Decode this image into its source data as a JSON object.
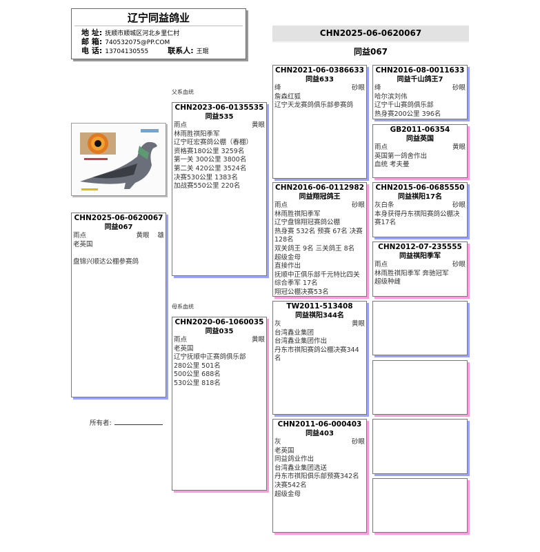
{
  "header": {
    "title": "辽宁同益鸽业",
    "address_label": "地 址:",
    "address": "抚顺市顺城区河北乡里仁村",
    "email_label": "邮 箱:",
    "email": "740532075@PP.COM",
    "phone_label": "电 话:",
    "phone": "13704130555",
    "contact_label": "联系人:",
    "contact": "王琨"
  },
  "subject_bar": {
    "ring": "CHN2025-06-0620067",
    "name": "同益067"
  },
  "labels": {
    "sire_line": "父系血统",
    "dam_line": "母系血统",
    "owner": "所有者:"
  },
  "cards": [
    {
      "id": "subject",
      "ring": "CHN2025-06-0620067",
      "name": "同益067",
      "color": "雨点",
      "eye": "黄眼",
      "sex": "雄",
      "lines": [
        "老英国",
        "",
        "盘锦兴顺达公棚参赛鸽"
      ]
    },
    {
      "id": "sire",
      "ring": "CHN2023-06-0135535",
      "name": "同益535",
      "color": "雨点",
      "eye": "黄眼",
      "lines": [
        "林雨胜祺阳季军",
        "辽宁旺宏赛鸽公棚（春棚）",
        "资格赛180公里 3259名",
        "第一关 300公里 3800名",
        "第二关 420公里 3524名",
        "决赛530公里 1383名",
        "加战赛550公里 220名"
      ]
    },
    {
      "id": "dam",
      "ring": "CHN2020-06-1060035",
      "name": "同益035",
      "color": "雨点",
      "eye": "黄眼",
      "lines": [
        "老英国",
        "辽宁抚顺中正赛鸽俱乐部",
        "280公里 501名",
        "500公里 688名",
        "530公里 818名"
      ]
    },
    {
      "id": "ss",
      "ring": "CHN2021-06-0386633",
      "name": "同益633",
      "color": "绛",
      "eye": "砂眼",
      "lines": [
        "詹森红狐",
        "辽宁天龙赛鸽俱乐部参赛鸽"
      ]
    },
    {
      "id": "sd",
      "ring": "CHN2016-06-0112982",
      "name": "同益翔冠鸽王",
      "color": "雨点",
      "eye": "砂眼",
      "lines": [
        "林雨胜祺阳季军",
        "辽宁盘锦翔冠赛鸽公棚",
        "热身赛 532名 预赛 67名 决赛128名",
        "双关鸽王 9名 三关鸽王 8名",
        "超级金母",
        "直接作出",
        "抚顺中正俱乐部千元特比四关综合季军 17名",
        "翔冠公棚决赛53名"
      ]
    },
    {
      "id": "ds",
      "ring": "TW2011-513408",
      "name": "同益祺阳344名",
      "color": "灰",
      "eye": "黄眼",
      "lines": [
        "台湾鑫业集团",
        "台湾鑫业集团作出",
        "丹东市祺阳赛鸽公棚决赛344名"
      ]
    },
    {
      "id": "dd",
      "ring": "CHN2011-06-000403",
      "name": "同益403",
      "color": "灰",
      "eye": "砂眼",
      "lines": [
        "老英国",
        "同益鸽业作出",
        "台湾鑫业集团选送",
        "丹东市祺阳俱乐部预赛342名决赛542名",
        "超级金母"
      ]
    },
    {
      "id": "sss",
      "ring": "CHN2016-08-0011633",
      "name": "同益千山鸽王7",
      "color": "绛",
      "eye": "砂眼",
      "lines": [
        "哈尔滨刘伟",
        "辽宁千山赛鸽俱乐部",
        "热身赛200公里 396名"
      ]
    },
    {
      "id": "ssd",
      "ring": "GB2011-06354",
      "name": "同益英国",
      "color": "雨点",
      "eye": "黄眼",
      "lines": [
        "英国第一鸽舍作出",
        "血统 考夫曼"
      ]
    },
    {
      "id": "sds",
      "ring": "CHN2015-06-0685550",
      "name": "同益祺阳17名",
      "color": "灰白条",
      "eye": "砂眼",
      "lines": [
        "本身获得丹东祺阳赛鸽公棚决赛17名"
      ]
    },
    {
      "id": "sdd",
      "ring": "CHN2012-07-235555",
      "name": "同益祺阳季军",
      "color": "雨点",
      "eye": "砂眼",
      "lines": [
        "林雨胜祺阳季军 奔驰冠军",
        "超级种雌"
      ]
    },
    {
      "id": "dss"
    },
    {
      "id": "dsd"
    },
    {
      "id": "dds"
    },
    {
      "id": "ddd"
    }
  ]
}
